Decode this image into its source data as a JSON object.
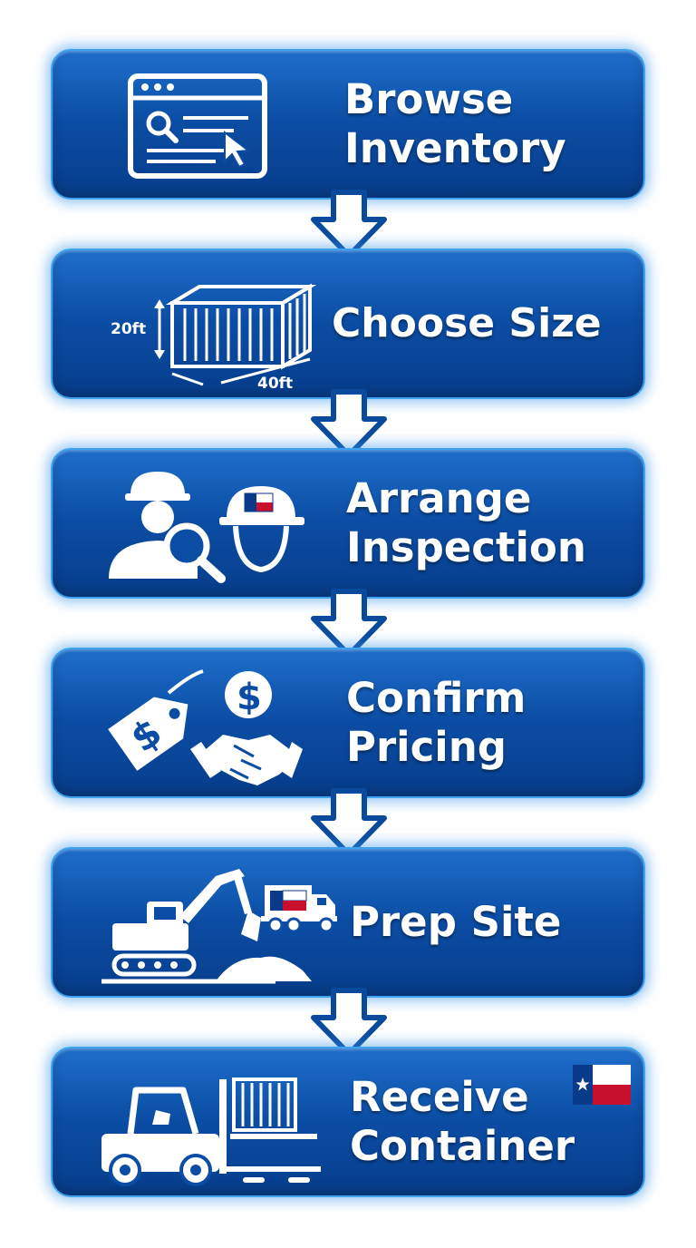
{
  "steps": [
    {
      "id": "browse",
      "line1": "Browse",
      "line2": "Inventory",
      "icon": "browser-search-icon"
    },
    {
      "id": "choose",
      "line1": "Choose Size",
      "line2": "",
      "icon": "shipping-container-icon",
      "dims": {
        "height": "20ft",
        "length": "40ft"
      }
    },
    {
      "id": "inspect",
      "line1": "Arrange",
      "line2": "Inspection",
      "icon": "inspector-icon"
    },
    {
      "id": "pricing",
      "line1": "Confirm",
      "line2": "Pricing",
      "icon": "price-tag-handshake-icon"
    },
    {
      "id": "prep",
      "line1": "Prep Site",
      "line2": "",
      "icon": "excavator-truck-icon"
    },
    {
      "id": "receive",
      "line1": "Receive",
      "line2": "Container",
      "icon": "forklift-container-icon"
    }
  ],
  "colors": {
    "box_top": "#1e6fcb",
    "box_bottom": "#073d8c",
    "glow": "#3fa2ef",
    "arrow_stroke": "#0a4a9c",
    "flag_blue": "#0a3a8a",
    "flag_red": "#c8102e"
  }
}
